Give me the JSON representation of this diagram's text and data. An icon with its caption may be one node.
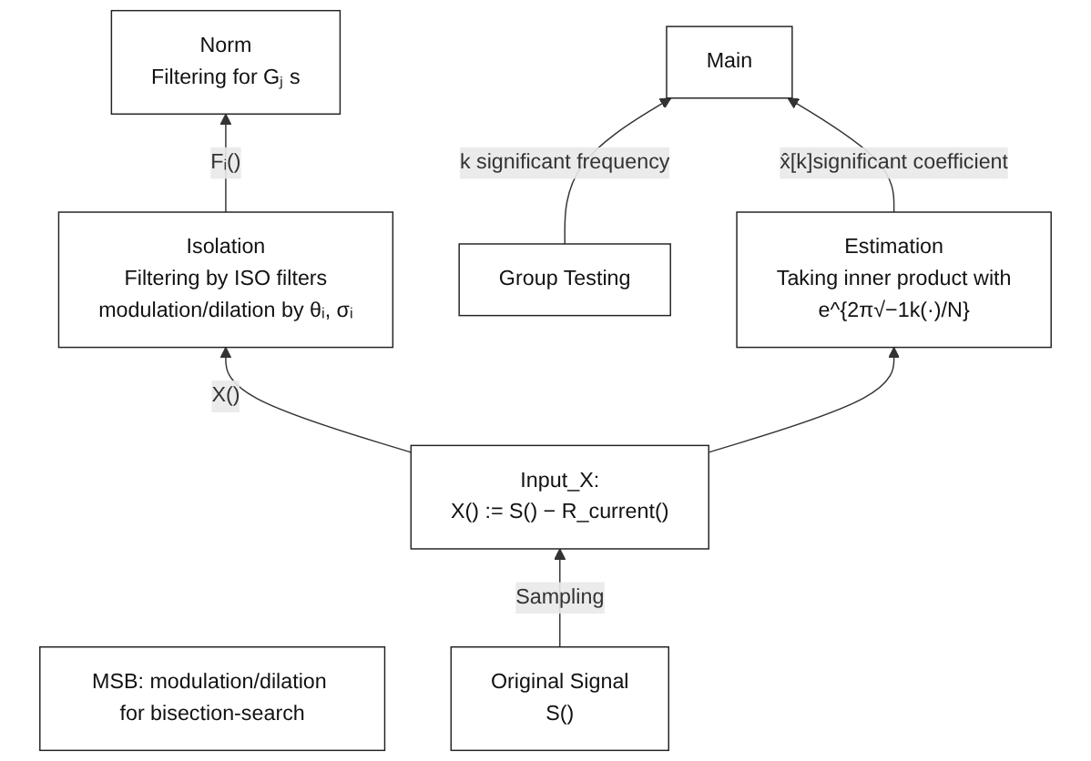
{
  "diagram": {
    "nodes": [
      {
        "text": [
          "Main"
        ]
      },
      {
        "text": [
          "Group Testing"
        ]
      },
      {
        "text": [
          "MSB: modulation/dilation for bisection-search"
        ]
      },
      {
        "text": [
          "Norm",
          "Filtering for Gⱼ s"
        ]
      },
      {
        "text": [
          "Isolation",
          "Filtering by ISO filters",
          "modulation/dilation by θᵢ, σᵢ"
        ]
      },
      {
        "text": [
          "Estimation",
          "Taking inner product with",
          "e^{2π√−1k(·)/N}"
        ]
      },
      {
        "text": [
          "Input_X:",
          "X() := S() − R_current()"
        ]
      },
      {
        "text": [
          "Original Signal",
          "S()"
        ]
      }
    ],
    "edges": [
      {
        "from": 1,
        "to": 0,
        "arrow": "to",
        "label": "k significant frequency"
      },
      {
        "from": 5,
        "to": 0,
        "arrow": "to",
        "label": "x̂[k]significant coefficient"
      },
      {
        "from": 4,
        "to": 3,
        "arrow": "to",
        "label": "Fᵢ()"
      },
      {
        "from": 6,
        "to": 4,
        "arrow": "to",
        "label": "X()"
      },
      {
        "from": 6,
        "to": 5,
        "arrow": "to"
      },
      {
        "from": 7,
        "to": 6,
        "arrow": "to",
        "label": "Sampling"
      }
    ]
  }
}
